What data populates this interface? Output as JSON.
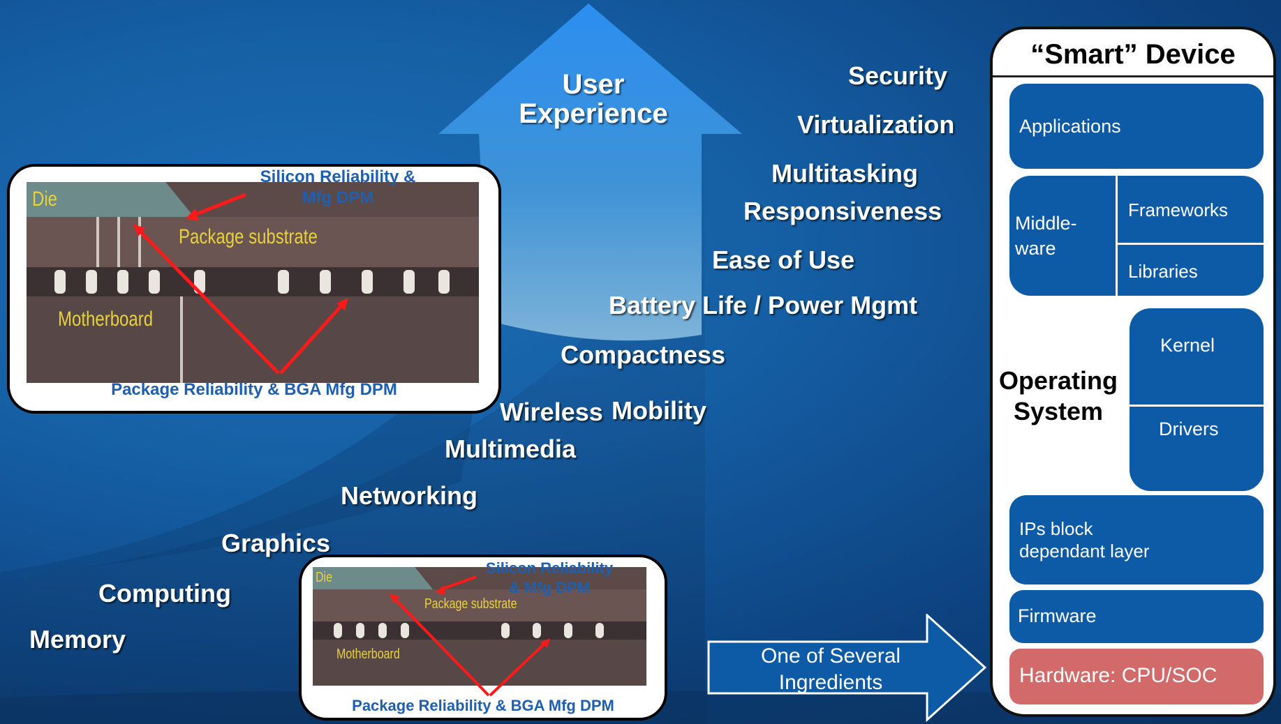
{
  "arrow": {
    "line1": "User",
    "line2": "Experience"
  },
  "features": {
    "security": "Security",
    "virtualization": "Virtualization",
    "multitasking": "Multitasking",
    "responsiveness": "Responsiveness",
    "ease_of_use": "Ease of Use",
    "battery": "Battery Life / Power Mgmt",
    "compactness": "Compactness",
    "wireless": "Wireless",
    "mobility": "Mobility",
    "multimedia": "Multimedia",
    "networking": "Networking",
    "graphics": "Graphics",
    "computing": "Computing",
    "memory": "Memory"
  },
  "package_large": {
    "die": "Die",
    "substrate": "Package substrate",
    "motherboard": "Motherboard",
    "silicon_line1": "Silicon Reliability &",
    "silicon_line2": "Mfg DPM",
    "package_label": "Package Reliability & BGA Mfg DPM"
  },
  "package_small": {
    "die": "Die",
    "substrate": "Package substrate",
    "motherboard": "Motherboard",
    "silicon_line1": "Silicon Reliability",
    "silicon_line2": "& Mfg DPM",
    "package_label": "Package Reliability & BGA Mfg DPM"
  },
  "ingredients": {
    "line1": "One of Several",
    "line2": "Ingredients"
  },
  "device": {
    "title": "“Smart” Device",
    "applications": "Applications",
    "middleware": "Middle-\nware",
    "frameworks": "Frameworks",
    "libraries": "Libraries",
    "os_line1": "Operating",
    "os_line2": "System",
    "kernel": "Kernel",
    "drivers": "Drivers",
    "ips_line1": "IPs block",
    "ips_line2": "dependant layer",
    "firmware": "Firmware",
    "hardware": "Hardware: CPU/SOC"
  },
  "colors": {
    "block_blue": "#0d5aa6",
    "hardware_red": "#d26a6a",
    "arrow_blue": "#2e8ae6",
    "label_blue": "#1f5fb0",
    "pointer_red": "#ff1a1a"
  }
}
